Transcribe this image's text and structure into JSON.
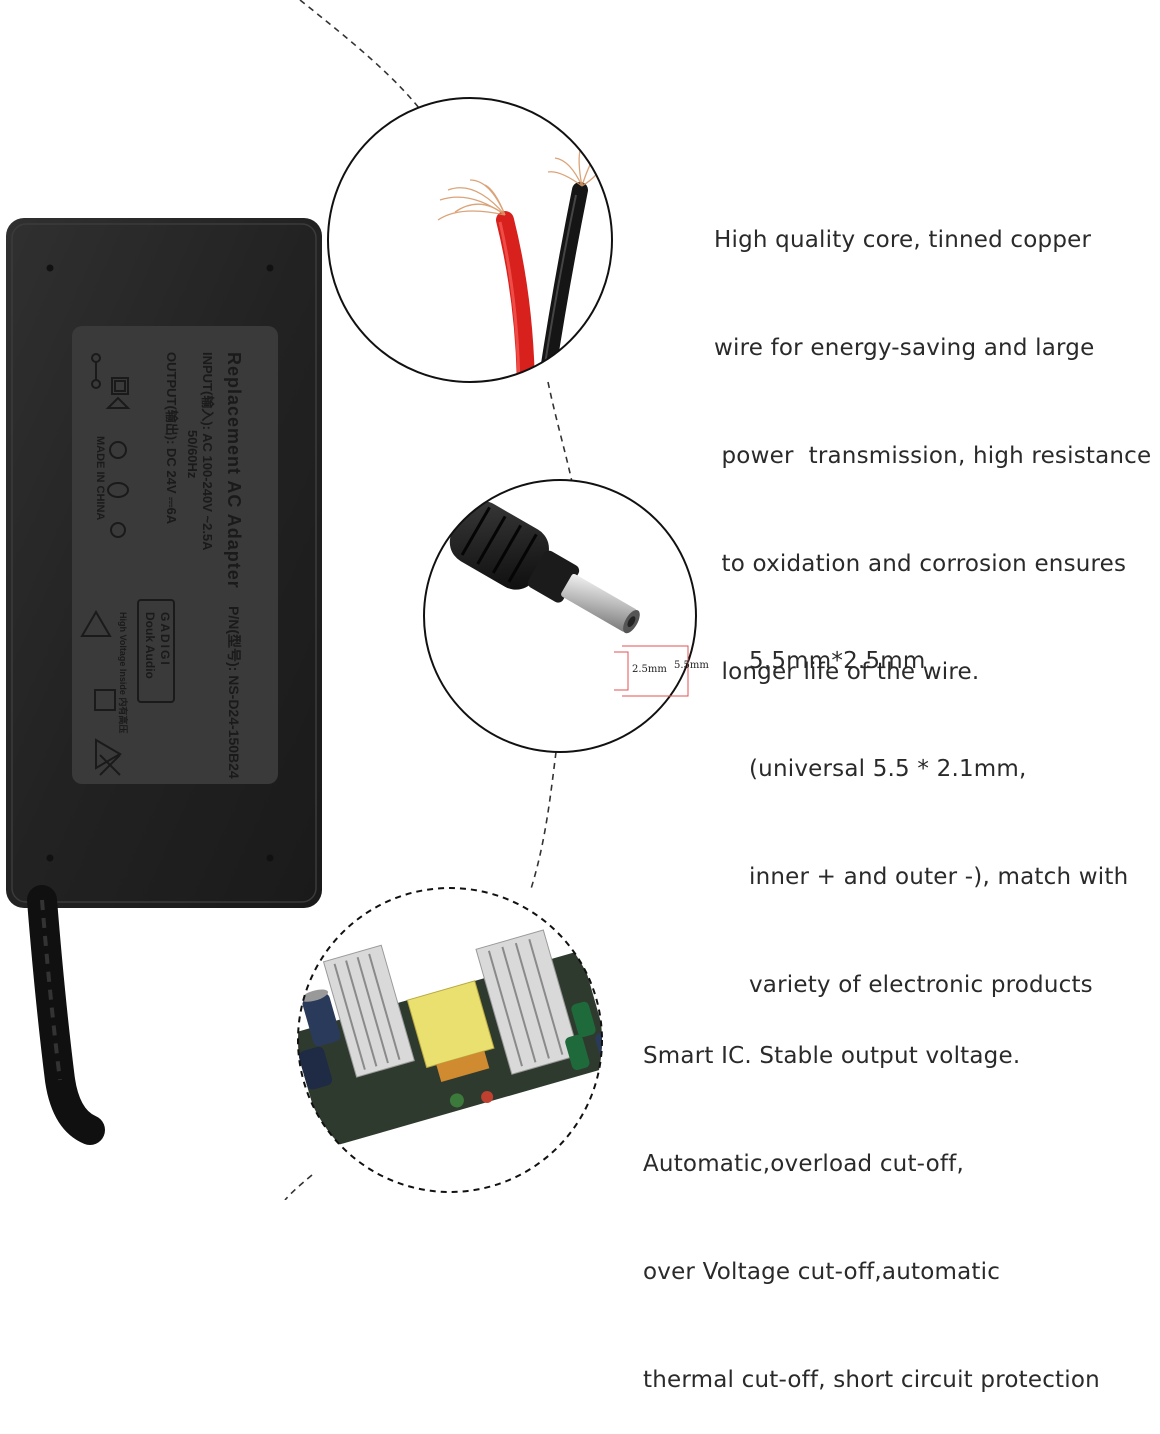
{
  "features": {
    "wire": [
      "High quality core, tinned copper",
      "wire for energy-saving and large",
      " power  transmission, high resistance",
      " to oxidation and corrosion ensures",
      " longer life of the wire."
    ],
    "plug": [
      "5.5mm*2.5mm",
      "(universal 5.5 * 2.1mm,",
      "inner + and outer -), match with",
      "variety of electronic products"
    ],
    "ic": [
      "Smart IC. Stable output voltage.",
      "Automatic,overload cut-off,",
      "over Voltage cut-off,automatic",
      "thermal cut-off, short circuit protection"
    ]
  },
  "plug_dimensions": {
    "inner": "2.5mm",
    "outer": "5.5mm"
  },
  "adapter_label": {
    "title": "Replacement AC Adapter",
    "input": "INPUT(输入): AC 100-240V ~2.5A",
    "frequency": "50/60Hz",
    "output": "OUTPUT(输出): DC 24V ⎓6A",
    "origin": "MADE IN CHINA",
    "part_number": "P/N(型号): NS-D24-150B24",
    "brand_top": "GADIGI",
    "brand_bottom": "Douk Audio",
    "warning": "High Voltage Inside 内有高压"
  },
  "colors": {
    "adapter_body": "#262626",
    "adapter_label_panel": "#3a3a3a",
    "wire_red": "#d8201c",
    "wire_black": "#151515",
    "dimension_lines": "#e05050"
  }
}
